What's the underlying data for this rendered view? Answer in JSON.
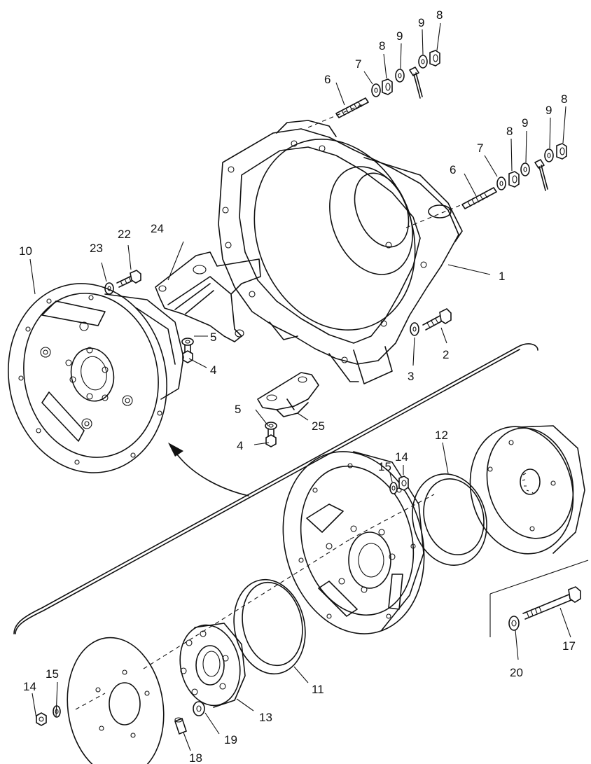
{
  "diagram": {
    "callouts": {
      "c1": "1",
      "c2": "2",
      "c3": "3",
      "c4a": "4",
      "c4b": "4",
      "c5a": "5",
      "c5b": "5",
      "c6a": "6",
      "c6b": "6",
      "c7a": "7",
      "c7b": "7",
      "c8a": "8",
      "c8b": "8",
      "c8c": "8",
      "c8d": "8",
      "c9a": "9",
      "c9b": "9",
      "c9c": "9",
      "c9d": "9",
      "c10": "10",
      "c11": "11",
      "c12": "12",
      "c13": "13",
      "c14a": "14",
      "c14b": "14",
      "c15a": "15",
      "c15b": "15",
      "c17": "17",
      "c18": "18",
      "c19": "19",
      "c20": "20",
      "c22": "22",
      "c23": "23",
      "c24": "24",
      "c25": "25"
    },
    "line_color": "#111111",
    "background": "#ffffff"
  }
}
